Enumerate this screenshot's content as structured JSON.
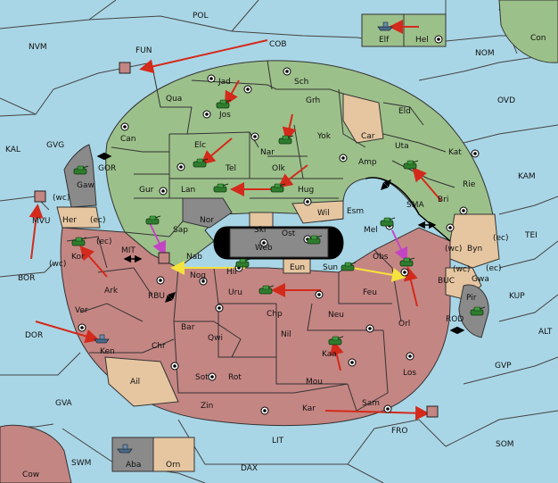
{
  "map": {
    "regions": {
      "pol": "POL",
      "nvm": "NVM",
      "fun": "FUN",
      "cob": "COB",
      "elf": "Elf",
      "hel": "Hel",
      "con": "Con",
      "nom": "NOM",
      "ovd": "OVD",
      "kal": "KAL",
      "gvg": "GVG",
      "gor": "GOR",
      "gaw": "Gaw",
      "mvu": "MVU",
      "wc1": "(wc)",
      "her": "Her",
      "ec1": "(ec)",
      "kor": "Kor",
      "ec2": "(ec)",
      "wc2": "(wc)",
      "mit": "MIT",
      "bor": "BOR",
      "ark": "Ark",
      "rbu": "RBU",
      "ver": "Ver",
      "dor": "DOR",
      "ken": "Ken",
      "chr": "Chr",
      "ail": "Ail",
      "gva": "GVA",
      "swm": "SWM",
      "cow": "Cow",
      "aba": "Aba",
      "orn": "Orn",
      "dax": "DAX",
      "lit": "LIT",
      "fro": "FRO",
      "som": "SOM",
      "gvp": "GVP",
      "alt": "ALT",
      "kup": "KUP",
      "tei": "TEI",
      "kam": "KAM",
      "jad": "Jad",
      "sch": "Sch",
      "qua": "Qua",
      "jos": "Jos",
      "grh": "Grh",
      "can": "Can",
      "eld": "Eld",
      "car": "Car",
      "yok": "Yok",
      "nar": "Nar",
      "elc": "Elc",
      "uta": "Uta",
      "kat": "Kat",
      "gur": "Gur",
      "tel": "Tel",
      "olk": "Olk",
      "amp": "Amp",
      "lan": "Lan",
      "hug": "Hug",
      "rie": "Rie",
      "bri": "Bri",
      "sma": "SMA",
      "nor": "Nor",
      "wil": "Wil",
      "esm": "Esm",
      "skr": "Skr",
      "ost": "Ost",
      "web": "Web",
      "mel": "Mel",
      "sap": "Sap",
      "nab": "Nab",
      "obs": "Obs",
      "wc3": "(wc)",
      "byn": "Byn",
      "ec3": "(ec)",
      "eun": "Eun",
      "sun": "Sun",
      "hil": "Hil",
      "nog": "Nog",
      "wc4": "(wc)",
      "gwa": "Gwa",
      "ec4": "(ec)",
      "buc": "BUC",
      "pir": "Pir",
      "uru": "Uru",
      "feu": "Feu",
      "chp": "Chp",
      "neu": "Neu",
      "orl": "Orl",
      "rod": "ROD",
      "bar": "Bar",
      "qwi": "Qwi",
      "nil": "Nil",
      "kaa": "Kaa",
      "sot": "Sot",
      "rot": "Rot",
      "mou": "Mou",
      "los": "Los",
      "zin": "Zin",
      "kar": "Kar",
      "sam": "Sam"
    }
  },
  "colors": {
    "sea": "#a9d6e6",
    "green": "#9cc08a",
    "red": "#c48683",
    "tan": "#e5c6a0",
    "gray": "#8a8a8a",
    "arrow_red": "#d32a1b",
    "arrow_yellow": "#f5e23c",
    "arrow_magenta": "#c445c4"
  },
  "icons": [
    "army-icon",
    "fleet-icon",
    "supply-center-icon",
    "arrow-icon",
    "double-arrow-icon"
  ]
}
